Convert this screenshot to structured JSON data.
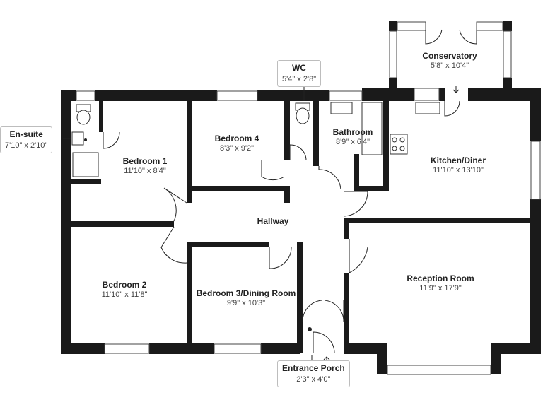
{
  "rooms": {
    "ensuite": {
      "name": "En-suite",
      "dim": "7'10\" x 2'10\""
    },
    "bedroom1": {
      "name": "Bedroom 1",
      "dim": "11'10\" x 8'4\""
    },
    "bedroom4": {
      "name": "Bedroom 4",
      "dim": "8'3\" x 9'2\""
    },
    "wc": {
      "name": "WC",
      "dim": "5'4\" x 2'8\""
    },
    "bathroom": {
      "name": "Bathroom",
      "dim": "8'9\" x 6'4\""
    },
    "conservatory": {
      "name": "Conservatory",
      "dim": "5'8\" x 10'4\""
    },
    "kitchen": {
      "name": "Kitchen/Diner",
      "dim": "11'10\" x 13'10\""
    },
    "hallway": {
      "name": "Hallway"
    },
    "bedroom2": {
      "name": "Bedroom 2",
      "dim": "11'10\" x 11'8\""
    },
    "bedroom3": {
      "name": "Bedroom 3/Dining Room",
      "dim": "9'9\" x 10'3\""
    },
    "reception": {
      "name": "Reception Room",
      "dim": "11'9\" x 17'9\""
    },
    "porch": {
      "name": "Entrance Porch",
      "dim": "2'3\" x 4'0\""
    }
  }
}
